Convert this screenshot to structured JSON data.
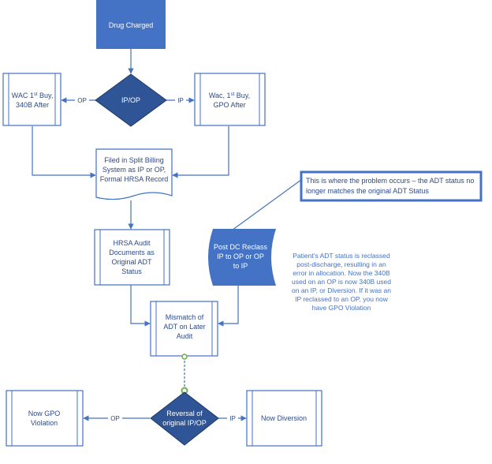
{
  "nodes": {
    "drug_charged": "Drug Charged",
    "ip_op": "IP/OP",
    "wac_340b": [
      "WAC 1st Buy,",
      "340B After"
    ],
    "wac_gpo": [
      "Wac, 1st Buy,",
      "GPO After"
    ],
    "filed": [
      "Filed in Split Billing",
      "System as IP or OP,",
      "Formal HRSA Record"
    ],
    "hrsa_audit": [
      "HRSA Audit",
      "Documents as",
      "Original ADT",
      "Status"
    ],
    "post_dc": [
      "Post DC Reclass",
      "IP to OP or OP",
      "to IP"
    ],
    "mismatch": [
      "Mismatch of",
      "ADT on Later",
      "Audit"
    ],
    "reversal": [
      "Reversal of",
      "original IP/OP"
    ],
    "now_gpo": [
      "Now GPO",
      "Violation"
    ],
    "now_diversion": "Now Diversion"
  },
  "edge_labels": {
    "op_top": "OP",
    "ip_top": "IP",
    "op_bottom": "OP",
    "ip_bottom": "IP"
  },
  "callout": [
    "This is where the problem occurs – the ADT status no",
    "longer matches the original ADT Status"
  ],
  "note": [
    "Patient’s ADT status is reclassed",
    "post-discharge, resulting in an",
    "error in allocation.  Now the 340B",
    "used on an OP is now 340B used",
    "on an IP, or Diversion.  If it was an",
    "IP reclassed to an OP, you now",
    "have GPO Violation"
  ],
  "colors": {
    "fill_dark": "#4472C4",
    "diamond": "#2F5597",
    "line": "#4472C4",
    "text": "#2E4A86",
    "connector_dot": "#70AD47"
  }
}
